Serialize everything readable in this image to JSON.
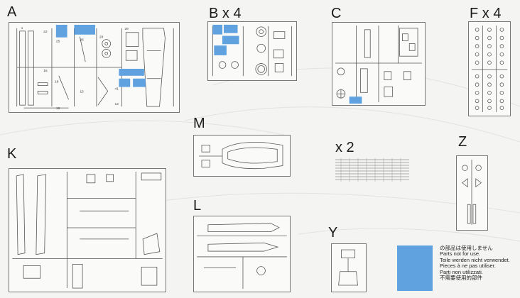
{
  "sheets": [
    {
      "key": "a",
      "label": "A"
    },
    {
      "key": "b",
      "label": "B x 4"
    },
    {
      "key": "c",
      "label": "C"
    },
    {
      "key": "f",
      "label": "F x 4"
    },
    {
      "key": "k",
      "label": "K"
    },
    {
      "key": "m",
      "label": "M"
    },
    {
      "key": "l",
      "label": "L"
    },
    {
      "key": "z",
      "label": "Z"
    },
    {
      "key": "y",
      "label": "Y"
    }
  ],
  "decal_sheet_label": "x 2",
  "legend": {
    "swatch_color": "#5fa2df",
    "notes": [
      "の部品は使用しません",
      "Parts not for use.",
      "Teile werden nicht verwendet.",
      "Pieces à ne pas utiliser.",
      "Parti non utilizzati.",
      "不需要使用的部件"
    ]
  }
}
